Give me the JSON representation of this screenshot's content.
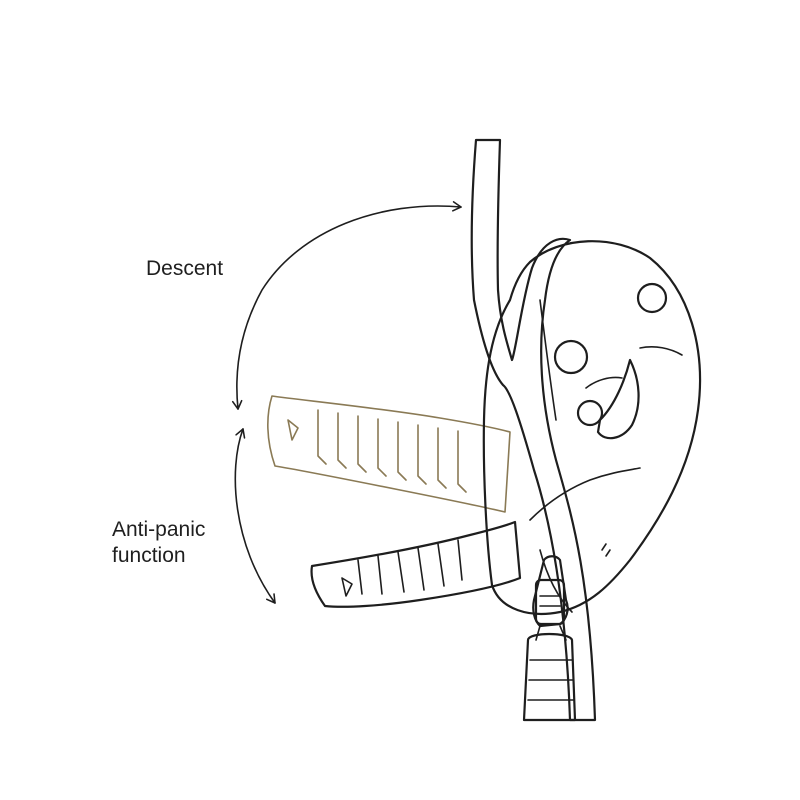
{
  "labels": {
    "descent": "Descent",
    "anti_panic_line1": "Anti-panic",
    "anti_panic_line2": "function"
  },
  "colors": {
    "device_yellow": "#f7c514",
    "ghost_handle_fill": "#f8dc8a",
    "outline": "#1e1e1e",
    "rope_fill": "#ffffff",
    "carabiner_fill": "#ffffff"
  },
  "icons": {
    "device": "belay-descender-device",
    "rope": "climbing-rope",
    "carabiner": "carabiner",
    "descent_arrow": "curved-double-arrow",
    "anti_panic_arrow": "curved-double-arrow"
  }
}
